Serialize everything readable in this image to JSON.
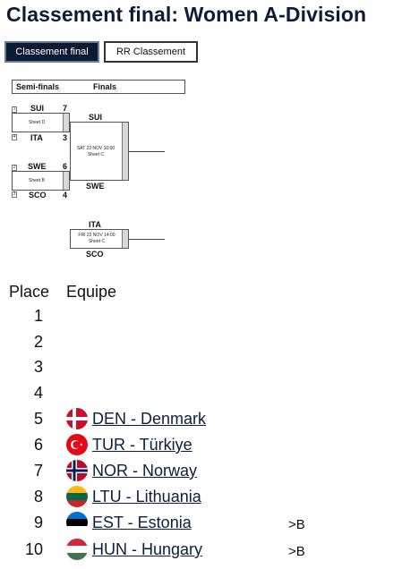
{
  "page": {
    "title": "Classement final: Women A-Division"
  },
  "tabs": [
    {
      "label": "Classement final",
      "active": true
    },
    {
      "label": "RR Classement",
      "active": false
    }
  ],
  "bracket": {
    "header": {
      "semis": "Semi-finals",
      "finals": "Finals"
    },
    "semi1": {
      "top_team": "SUI",
      "top_score": "7",
      "top_seed": "1",
      "bottom_team": "ITA",
      "bottom_score": "3",
      "bottom_seed": "4",
      "sheet": "Sheet D"
    },
    "semi2": {
      "top_team": "SWE",
      "top_score": "6",
      "top_seed": "2",
      "bottom_team": "SCO",
      "bottom_score": "4",
      "bottom_seed": "3",
      "sheet": "Sheet B"
    },
    "final": {
      "top_team": "SUI",
      "bottom_team": "SWE",
      "datetime": "SAT 23 NOV 10:00",
      "sheet": "Sheet C"
    },
    "bronze": {
      "top_team": "ITA",
      "bottom_team": "SCO",
      "datetime": "FRI 22 NOV 14:00",
      "sheet": "Sheet C"
    }
  },
  "standings": {
    "place_header": "Place",
    "team_header": "Equipe",
    "rows": [
      {
        "place": "1",
        "team": "",
        "flag": "",
        "note": ""
      },
      {
        "place": "2",
        "team": "",
        "flag": "",
        "note": ""
      },
      {
        "place": "3",
        "team": "",
        "flag": "",
        "note": ""
      },
      {
        "place": "4",
        "team": "",
        "flag": "",
        "note": ""
      },
      {
        "place": "5",
        "team": "DEN - Denmark",
        "flag": "denmark-flag-icon",
        "note": ""
      },
      {
        "place": "6",
        "team": "TUR - Türkiye",
        "flag": "turkiye-flag-icon",
        "note": ""
      },
      {
        "place": "7",
        "team": "NOR - Norway",
        "flag": "norway-flag-icon",
        "note": ""
      },
      {
        "place": "8",
        "team": "LTU - Lithuania",
        "flag": "lithuania-flag-icon",
        "note": ""
      },
      {
        "place": "9",
        "team": "EST - Estonia",
        "flag": "estonia-flag-icon",
        "note": ">B"
      },
      {
        "place": "10",
        "team": "HUN - Hungary",
        "flag": "hungary-flag-icon",
        "note": ">B"
      }
    ]
  },
  "colors": {
    "title": "#0c1d3a",
    "tab_active_bg": "#0c1a33",
    "link": "#0b1f3a"
  }
}
